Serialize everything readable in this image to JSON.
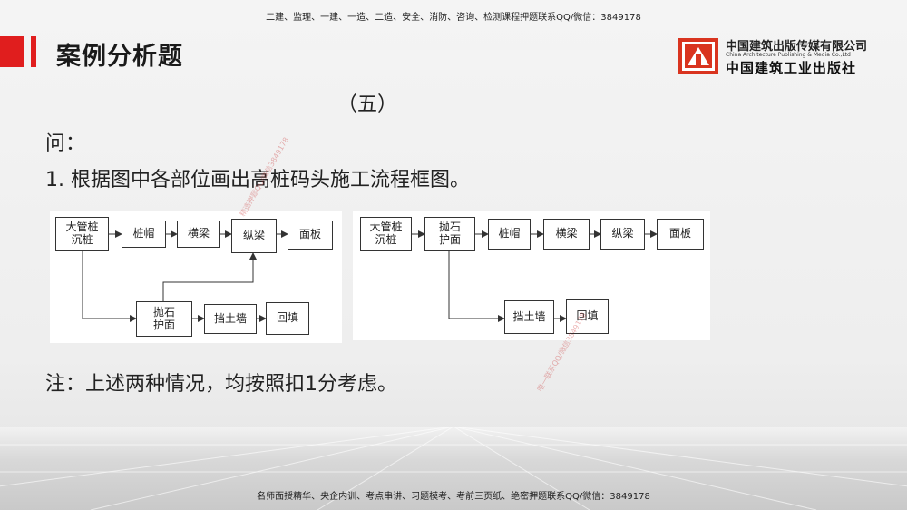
{
  "banner": {
    "top": "二建、监理、一建、一造、二造、安全、消防、咨询、检测课程押题联系QQ/微信：3849178",
    "bottom": "名师面授精华、央企内训、考点串讲、习题模考、考前三页纸、绝密押题联系QQ/微信：3849178"
  },
  "header": {
    "title": "案例分析题"
  },
  "publisher": {
    "name_cn": "中国建筑出版传媒有限公司",
    "name_en": "China Architecture Publishing & Media Co.,Ltd",
    "name_cn2": "中国建筑工业出版社"
  },
  "content": {
    "subtitle": "（五）",
    "question_label": "问：",
    "question_1": "1. 根据图中各部位画出高桩码头施工流程框图。",
    "note": "注：上述两种情况，均按照扣1分考虑。"
  },
  "diagram1": {
    "boxes": [
      "大管桩\n沉桩",
      "桩帽",
      "横梁",
      "纵梁",
      "面板",
      "抛石\n护面",
      "挡土墙",
      "回填"
    ]
  },
  "diagram2": {
    "boxes": [
      "大管桩\n沉桩",
      "抛石\n护面",
      "桩帽",
      "横梁",
      "纵梁",
      "面板",
      "挡土墙",
      "回填"
    ]
  },
  "watermarks": {
    "w1": "精选押题QQ/微信3849178",
    "w2": "唯一联系QQ/微信3849178"
  },
  "colors": {
    "accent_red": "#e01e1e",
    "text": "#222222"
  }
}
